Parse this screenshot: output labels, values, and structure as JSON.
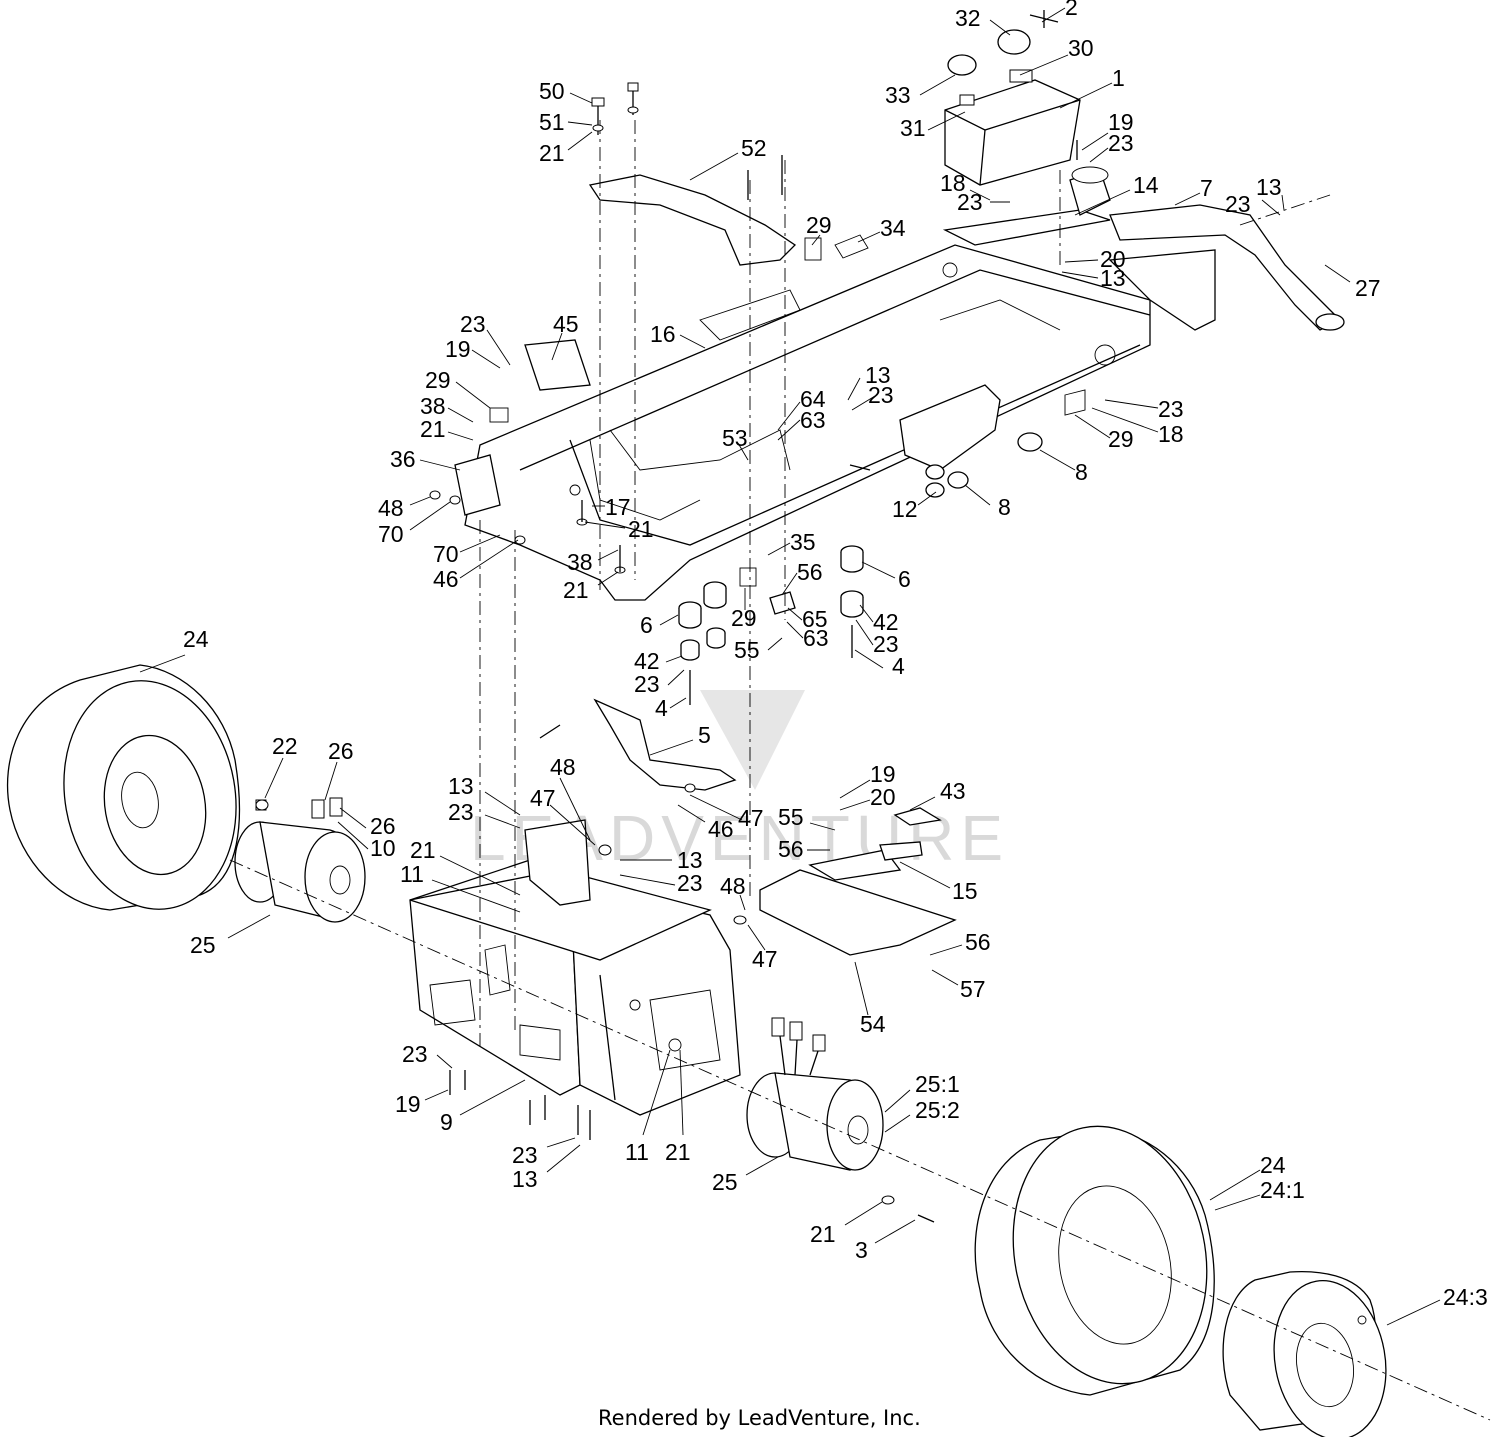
{
  "footer": "Rendered by LeadVenture, Inc.",
  "watermark_text": "LEADVENTURE",
  "colors": {
    "ink": "#000000",
    "background": "#ffffff",
    "watermark": "#d9d9d9"
  },
  "callouts": [
    {
      "id": "c1",
      "text": "32"
    },
    {
      "id": "c2",
      "text": "2"
    },
    {
      "id": "c3",
      "text": "30"
    },
    {
      "id": "c4",
      "text": "33"
    },
    {
      "id": "c5",
      "text": "1"
    },
    {
      "id": "c6",
      "text": "31"
    },
    {
      "id": "c7",
      "text": "19"
    },
    {
      "id": "c8",
      "text": "23"
    },
    {
      "id": "c9",
      "text": "50"
    },
    {
      "id": "c10",
      "text": "51"
    },
    {
      "id": "c11",
      "text": "21"
    },
    {
      "id": "c12",
      "text": "52"
    },
    {
      "id": "c13",
      "text": "18"
    },
    {
      "id": "c14",
      "text": "23"
    },
    {
      "id": "c15",
      "text": "14"
    },
    {
      "id": "c16",
      "text": "7"
    },
    {
      "id": "c17",
      "text": "13"
    },
    {
      "id": "c18",
      "text": "23"
    },
    {
      "id": "c19",
      "text": "29"
    },
    {
      "id": "c20",
      "text": "34"
    },
    {
      "id": "c21",
      "text": "20"
    },
    {
      "id": "c22",
      "text": "13"
    },
    {
      "id": "c23",
      "text": "27"
    },
    {
      "id": "c24",
      "text": "23"
    },
    {
      "id": "c25",
      "text": "45"
    },
    {
      "id": "c26",
      "text": "16"
    },
    {
      "id": "c27",
      "text": "19"
    },
    {
      "id": "c28",
      "text": "29"
    },
    {
      "id": "c29",
      "text": "13"
    },
    {
      "id": "c30",
      "text": "23"
    },
    {
      "id": "c31",
      "text": "64"
    },
    {
      "id": "c32",
      "text": "63"
    },
    {
      "id": "c33",
      "text": "38"
    },
    {
      "id": "c34",
      "text": "21"
    },
    {
      "id": "c35",
      "text": "53"
    },
    {
      "id": "c36",
      "text": "23"
    },
    {
      "id": "c37",
      "text": "18"
    },
    {
      "id": "c38",
      "text": "29"
    },
    {
      "id": "c39",
      "text": "36"
    },
    {
      "id": "c40",
      "text": "8"
    },
    {
      "id": "c41",
      "text": "48"
    },
    {
      "id": "c42",
      "text": "70"
    },
    {
      "id": "c43",
      "text": "17"
    },
    {
      "id": "c44",
      "text": "12"
    },
    {
      "id": "c45",
      "text": "8"
    },
    {
      "id": "c46",
      "text": "21"
    },
    {
      "id": "c47",
      "text": "70"
    },
    {
      "id": "c48",
      "text": "46"
    },
    {
      "id": "c49",
      "text": "38"
    },
    {
      "id": "c50",
      "text": "35"
    },
    {
      "id": "c51",
      "text": "21"
    },
    {
      "id": "c52",
      "text": "56"
    },
    {
      "id": "c53",
      "text": "6"
    },
    {
      "id": "c54",
      "text": "29"
    },
    {
      "id": "c55",
      "text": "65"
    },
    {
      "id": "c56",
      "text": "42"
    },
    {
      "id": "c57",
      "text": "6"
    },
    {
      "id": "c58",
      "text": "63"
    },
    {
      "id": "c59",
      "text": "23"
    },
    {
      "id": "c60",
      "text": "55"
    },
    {
      "id": "c61",
      "text": "4"
    },
    {
      "id": "c62",
      "text": "42"
    },
    {
      "id": "c63",
      "text": "23"
    },
    {
      "id": "c64",
      "text": "4"
    },
    {
      "id": "c65",
      "text": "24"
    },
    {
      "id": "c66",
      "text": "5"
    },
    {
      "id": "c67",
      "text": "22"
    },
    {
      "id": "c68",
      "text": "26"
    },
    {
      "id": "c69",
      "text": "48"
    },
    {
      "id": "c70",
      "text": "13"
    },
    {
      "id": "c71",
      "text": "47"
    },
    {
      "id": "c72",
      "text": "19"
    },
    {
      "id": "c73",
      "text": "20"
    },
    {
      "id": "c74",
      "text": "43"
    },
    {
      "id": "c75",
      "text": "23"
    },
    {
      "id": "c76",
      "text": "47"
    },
    {
      "id": "c77",
      "text": "46"
    },
    {
      "id": "c78",
      "text": "26"
    },
    {
      "id": "c79",
      "text": "55"
    },
    {
      "id": "c80",
      "text": "10"
    },
    {
      "id": "c81",
      "text": "21"
    },
    {
      "id": "c82",
      "text": "56"
    },
    {
      "id": "c83",
      "text": "13"
    },
    {
      "id": "c84",
      "text": "11"
    },
    {
      "id": "c85",
      "text": "23"
    },
    {
      "id": "c86",
      "text": "15"
    },
    {
      "id": "c87",
      "text": "48"
    },
    {
      "id": "c88",
      "text": "25"
    },
    {
      "id": "c89",
      "text": "47"
    },
    {
      "id": "c90",
      "text": "56"
    },
    {
      "id": "c91",
      "text": "57"
    },
    {
      "id": "c92",
      "text": "54"
    },
    {
      "id": "c93",
      "text": "23"
    },
    {
      "id": "c94",
      "text": "25:1"
    },
    {
      "id": "c95",
      "text": "19"
    },
    {
      "id": "c96",
      "text": "25:2"
    },
    {
      "id": "c97",
      "text": "9"
    },
    {
      "id": "c98",
      "text": "11"
    },
    {
      "id": "c99",
      "text": "21"
    },
    {
      "id": "c100",
      "text": "23"
    },
    {
      "id": "c101",
      "text": "24"
    },
    {
      "id": "c102",
      "text": "13"
    },
    {
      "id": "c103",
      "text": "25"
    },
    {
      "id": "c104",
      "text": "24:1"
    },
    {
      "id": "c105",
      "text": "21"
    },
    {
      "id": "c106",
      "text": "3"
    },
    {
      "id": "c107",
      "text": "24:3"
    }
  ]
}
